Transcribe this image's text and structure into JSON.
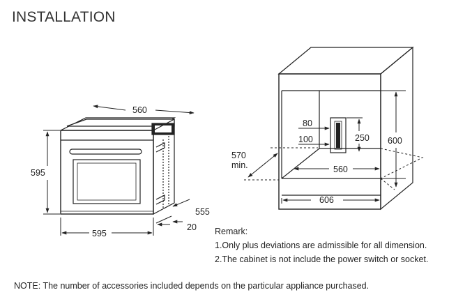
{
  "title": "INSTALLATION",
  "oven": {
    "depth_label": "560",
    "height_label": "595",
    "width_label": "595",
    "overall_depth_label": "555",
    "door_offset_label": "20"
  },
  "cabinet": {
    "label_80": "80",
    "label_100": "100",
    "label_250": "250",
    "label_600": "600",
    "label_560": "560",
    "label_606": "606",
    "min_depth_value": "570",
    "min_depth_unit": "min."
  },
  "remark": {
    "heading": "Remark:",
    "items": [
      "1.Only plus deviations are admissible for all dimension.",
      "2.The cabinet is not include the power switch or socket."
    ]
  },
  "note": "NOTE: The number of accessories included depends on the particular appliance purchased."
}
